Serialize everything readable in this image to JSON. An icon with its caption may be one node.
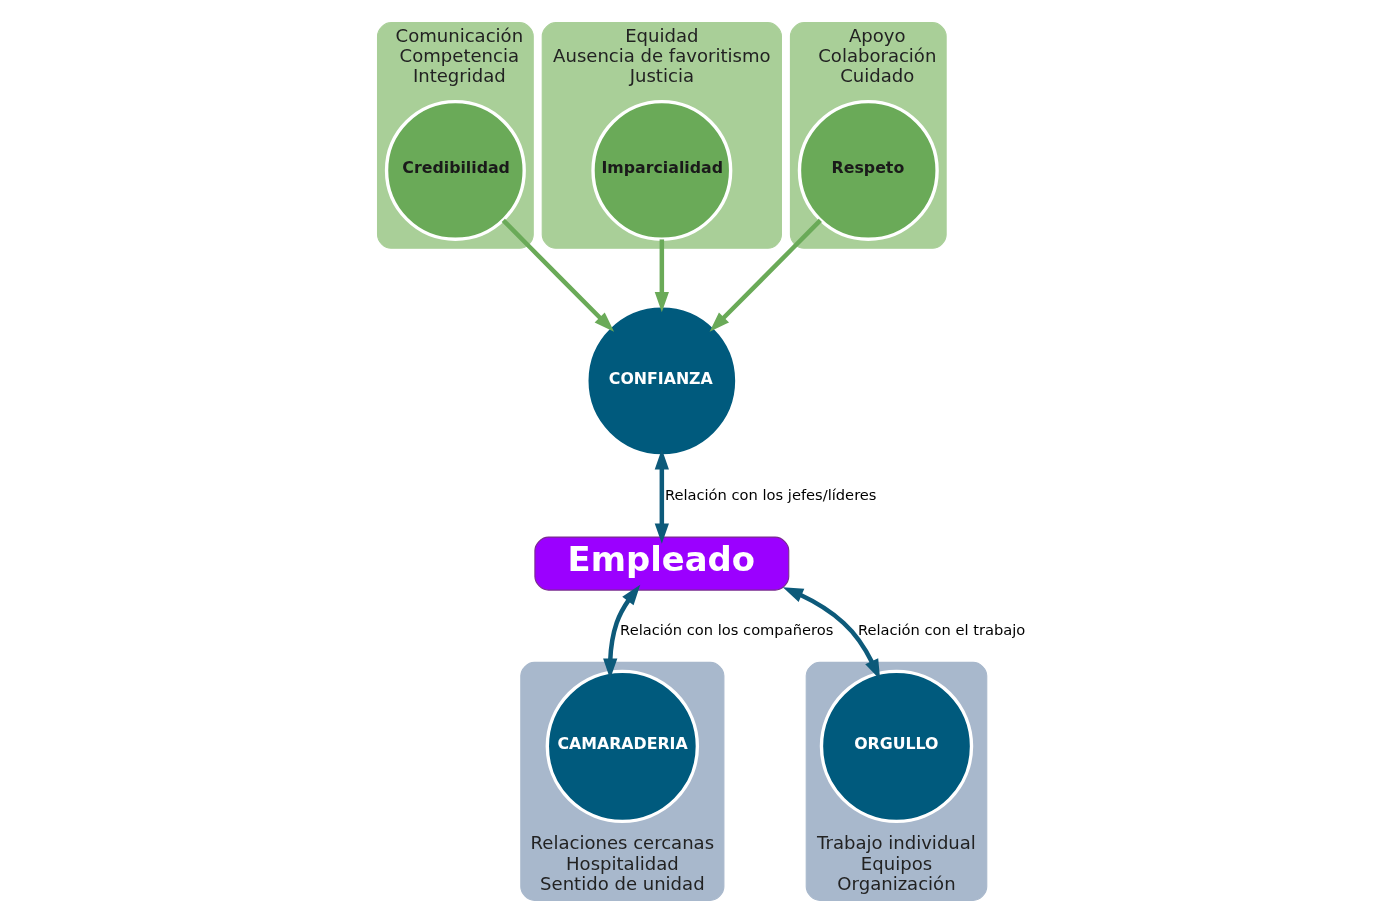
{
  "diagram": {
    "nodes": [
      {
        "text": [
          "Comunicación",
          "Competencia",
          "Integridad"
        ]
      },
      {
        "text": [
          "Credibilidad"
        ],
        "in": 0
      },
      {
        "text": [
          "Equidad",
          "Ausencia de favoritismo",
          "Justicia"
        ]
      },
      {
        "text": [
          "Imparcialidad"
        ],
        "in": 2
      },
      {
        "text": [
          "Apoyo",
          "Colaboración",
          "Cuidado"
        ]
      },
      {
        "text": [
          "Respeto"
        ],
        "in": 4
      },
      {
        "text": [
          "CONFIANZA"
        ]
      },
      {
        "text": [
          "Empleado"
        ]
      },
      {
        "text": [
          "Relaciones cercanas",
          "Hospitalidad",
          "Sentido de unidad"
        ]
      },
      {
        "text": [
          "CAMARADERIA"
        ],
        "in": 8
      },
      {
        "text": [
          "Trabajo individual",
          "Equipos",
          "Organización"
        ]
      },
      {
        "text": [
          "ORGULLO"
        ],
        "in": 10
      }
    ],
    "edges": [
      {
        "from": 1,
        "to": 6,
        "arrow": "to",
        "color": "#6aaa58"
      },
      {
        "from": 3,
        "to": 6,
        "arrow": "to",
        "color": "#6aaa58"
      },
      {
        "from": 5,
        "to": 6,
        "arrow": "to",
        "color": "#6aaa58"
      },
      {
        "from": 6,
        "to": 7,
        "arrow": "both",
        "label": "Relación con los jefes/líderes",
        "color": "#0d5a7a"
      },
      {
        "from": 7,
        "to": 9,
        "arrow": "both",
        "label": "Relación con los compañeros",
        "color": "#0d5a7a"
      },
      {
        "from": 7,
        "to": 11,
        "arrow": "both",
        "label": "Relación con el trabajo",
        "color": "#0d5a7a"
      }
    ]
  }
}
